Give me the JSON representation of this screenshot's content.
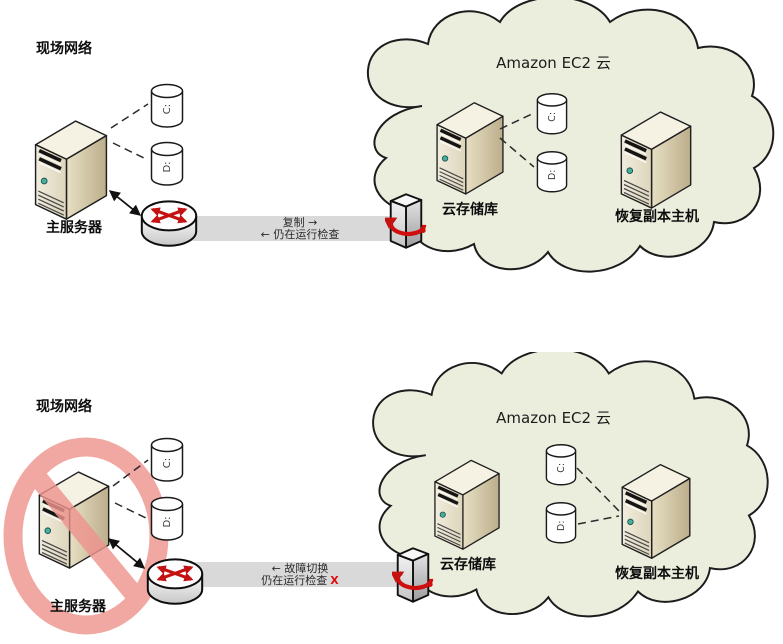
{
  "colors": {
    "cloud_fill": "#ebeedd",
    "band_fill": "#d9d9d9",
    "arrow_red": "#c41111",
    "prohibition_pink": "#ee948e",
    "server_beige": "#dcd3b8",
    "led_teal": "#43b0a0"
  },
  "scenarios": [
    {
      "site_label": "现场网络",
      "primary_server_label": "主服务器",
      "disks": {
        "c": "C:",
        "d": "D:"
      },
      "band": {
        "line1": "复制 →",
        "line2": "← 仍在运行检查"
      },
      "cloud": {
        "title": "Amazon EC2 云",
        "storage_label": "云存储库",
        "recovery_host_label": "恢复副本主机",
        "disks": {
          "c": "C:",
          "d": "D:"
        }
      }
    },
    {
      "site_label": "现场网络",
      "primary_server_label": "主服务器",
      "disks": {
        "c": "C:",
        "d": "D:"
      },
      "band": {
        "line1": "← 故障切换",
        "line2": "仍在运行检查",
        "fail_mark": "X"
      },
      "cloud": {
        "title": "Amazon EC2 云",
        "storage_label": "云存储库",
        "recovery_host_label": "恢复副本主机",
        "disks": {
          "c": "C:",
          "d": "D:"
        }
      }
    }
  ]
}
